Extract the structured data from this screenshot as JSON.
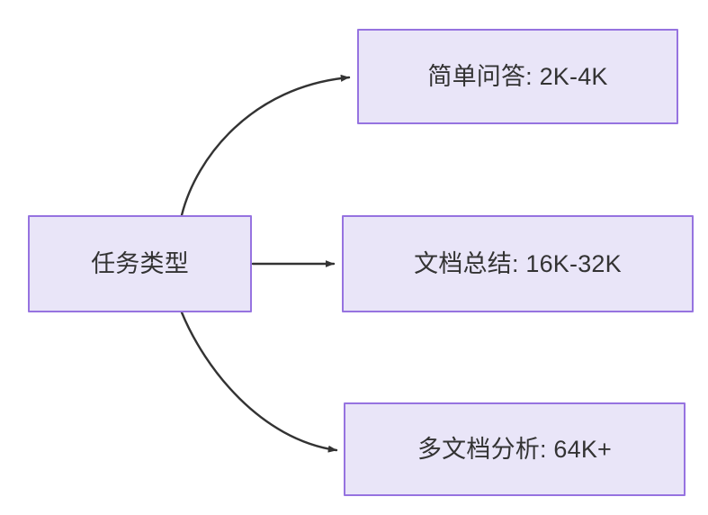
{
  "diagram": {
    "type": "flowchart",
    "direction": "left-to-right",
    "background_color": "#ffffff",
    "node_fill_color": "#e9e5f8",
    "node_border_color": "#9673e0",
    "node_text_color": "#333333",
    "edge_color": "#333333",
    "source_node": {
      "id": "task-type",
      "label": "任务类型"
    },
    "target_nodes": [
      {
        "id": "simple-qa",
        "label": "简单问答: 2K-4K",
        "task": "简单问答",
        "range": "2K-4K"
      },
      {
        "id": "doc-summary",
        "label": "文档总结: 16K-32K",
        "task": "文档总结",
        "range": "16K-32K"
      },
      {
        "id": "multi-doc",
        "label": "多文档分析: 64K+",
        "task": "多文档分析",
        "range": "64K+"
      }
    ],
    "edges": [
      {
        "id": "edge-to-simple-qa",
        "from": "task-type",
        "to": "simple-qa",
        "shape": "curved",
        "label": ""
      },
      {
        "id": "edge-to-doc-summary",
        "from": "task-type",
        "to": "doc-summary",
        "shape": "straight",
        "label": ""
      },
      {
        "id": "edge-to-multi-doc",
        "from": "task-type",
        "to": "multi-doc",
        "shape": "curved",
        "label": ""
      }
    ]
  }
}
